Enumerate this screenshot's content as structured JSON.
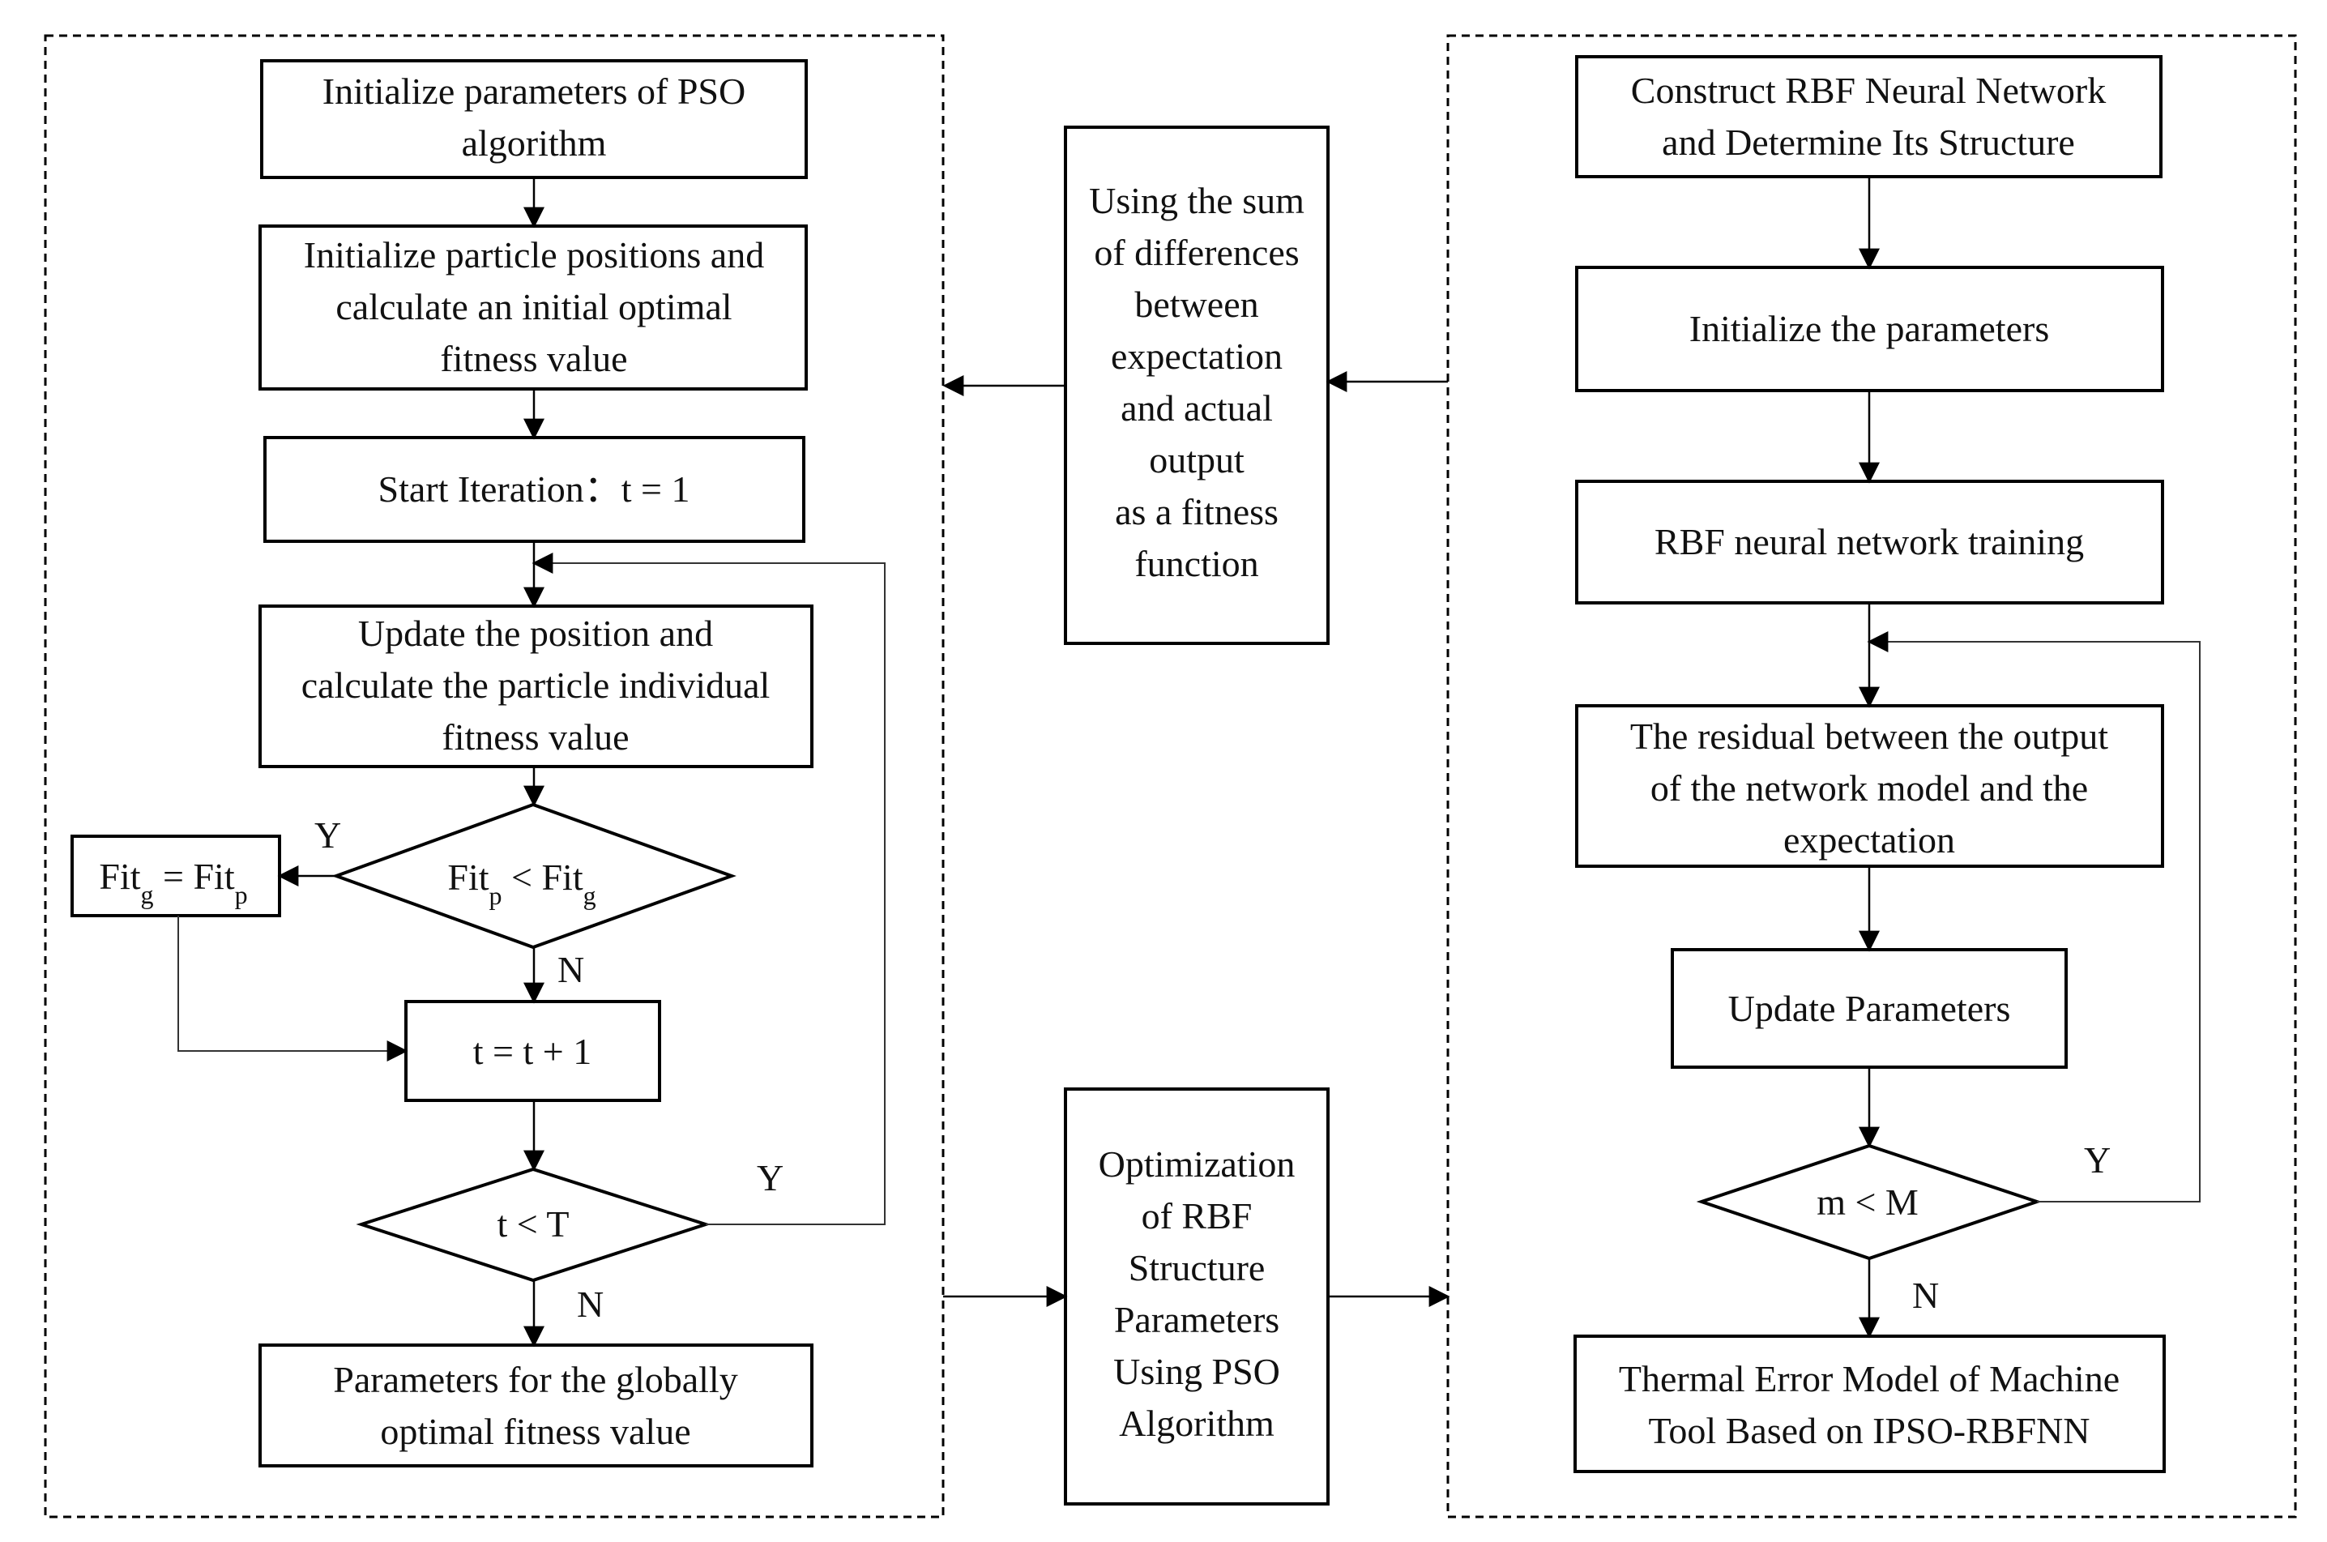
{
  "left_panel": {
    "init_pso": [
      "Initialize parameters of PSO",
      "algorithm"
    ],
    "init_particles": [
      "Initialize particle positions and",
      "calculate an initial optimal",
      "fitness value"
    ],
    "start_iteration": "Start Iteration：t = 1",
    "update_position": [
      "Update the position and",
      "calculate the particle individual",
      "fitness value"
    ],
    "fit_compare": {
      "base1": "Fit",
      "sub1": "p",
      "op": " < ",
      "base2": "Fit",
      "sub2": "g"
    },
    "fit_assign": {
      "base1": "Fit",
      "sub1": "g",
      "op": " = ",
      "base2": "Fit",
      "sub2": "p"
    },
    "increment": "t = t + 1",
    "t_compare": "t < T",
    "global_optimal": [
      "Parameters for the globally",
      "optimal fitness value"
    ],
    "labels": {
      "fit_yes": "Y",
      "fit_no": "N",
      "t_yes": "Y",
      "t_no": "N"
    }
  },
  "middle": {
    "fitness_function": [
      "Using the sum",
      "of differences",
      "between",
      "expectation",
      "and actual",
      "output",
      "as a fitness",
      "function"
    ],
    "optimization": [
      "Optimization",
      "of RBF",
      "Structure",
      "Parameters",
      "Using PSO",
      "Algorithm"
    ]
  },
  "right_panel": {
    "construct_rbf": [
      "Construct RBF Neural Network",
      "and Determine Its Structure"
    ],
    "init_params": "Initialize the parameters",
    "training": "RBF neural network training",
    "residual": [
      "The residual between the output",
      "of the network model and the",
      "expectation"
    ],
    "update_params": "Update Parameters",
    "m_compare": "m < M",
    "thermal_model": [
      "Thermal Error Model of Machine",
      "Tool Based on IPSO-RBFNN"
    ],
    "labels": {
      "m_yes": "Y",
      "m_no": "N"
    }
  }
}
